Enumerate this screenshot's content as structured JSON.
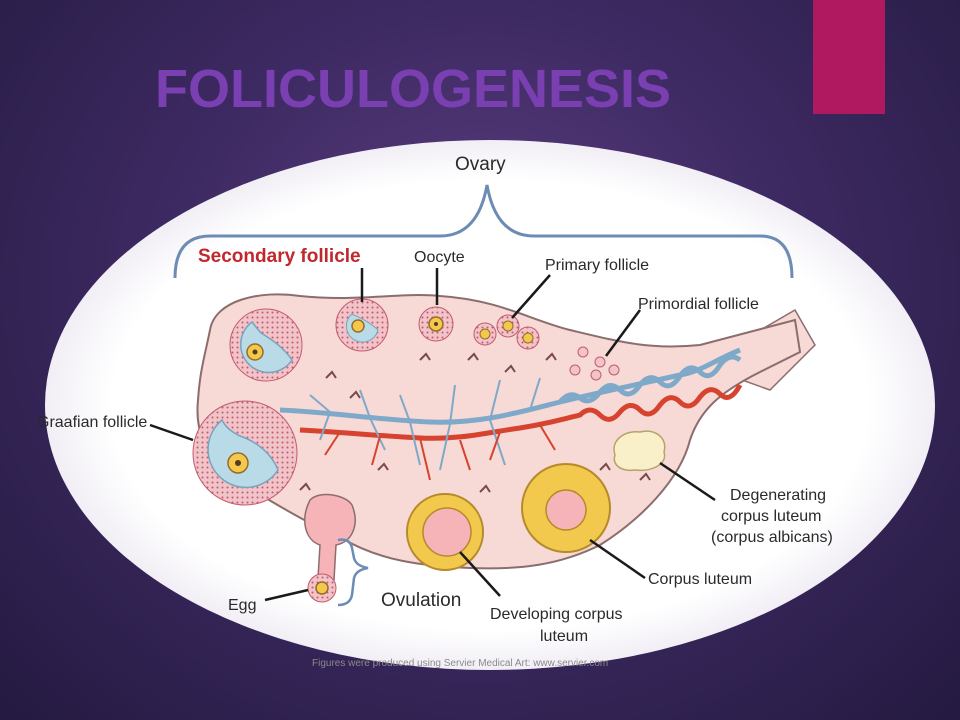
{
  "slide": {
    "title": "FOLICULOGENESIS"
  },
  "diagram": {
    "labels": {
      "ovary": "Ovary",
      "secondary_follicle": "Secondary follicle",
      "oocyte": "Oocyte",
      "primary_follicle": "Primary follicle",
      "primordial_follicle": "Primordial follicle",
      "graafian_follicle": "Graafian follicle",
      "degenerating_line1": "Degenerating",
      "degenerating_line2": "corpus luteum",
      "degenerating_line3": "(corpus albicans)",
      "corpus_luteum": "Corpus luteum",
      "egg": "Egg",
      "ovulation": "Ovulation",
      "developing_line1": "Developing corpus",
      "developing_line2": "luteum",
      "credit": "Figures were produced using Servier Medical Art: www.servier.com"
    },
    "colors": {
      "accent": "#b0195f",
      "title": "#7a3fb0",
      "highlight_label": "#c0282d",
      "ovary_fill": "#f7d9d6",
      "vein": "#7fa9c9",
      "artery": "#d6432f",
      "corpus_luteum": "#f2c94c",
      "bracket": "#6c8cb5"
    }
  }
}
